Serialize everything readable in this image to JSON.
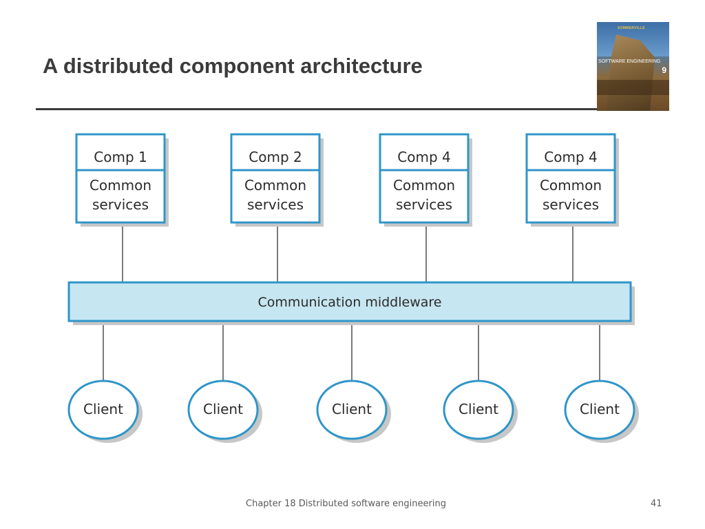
{
  "slide": {
    "title": "A distributed component architecture",
    "footer": "Chapter 18 Distributed software engineering",
    "page_number": "41"
  },
  "book_cover": {
    "top_text": "SOMMERVILLE",
    "title": "SOFTWARE ENGINEERING",
    "edition": "9"
  },
  "diagram": {
    "components": [
      {
        "name": "Comp 1",
        "services": [
          "Common",
          "services"
        ]
      },
      {
        "name": "Comp 2",
        "services": [
          "Common",
          "services"
        ]
      },
      {
        "name": "Comp 4",
        "services": [
          "Common",
          "services"
        ]
      },
      {
        "name": "Comp 4",
        "services": [
          "Common",
          "services"
        ]
      }
    ],
    "middleware": "Communication middleware",
    "clients": [
      "Client",
      "Client",
      "Client",
      "Client",
      "Client"
    ]
  },
  "colors": {
    "box_border": "#2f95c9",
    "middleware_fill": "#c6e6f1",
    "connector": "#7a7a7a",
    "shadow": "#c7c7c7"
  }
}
